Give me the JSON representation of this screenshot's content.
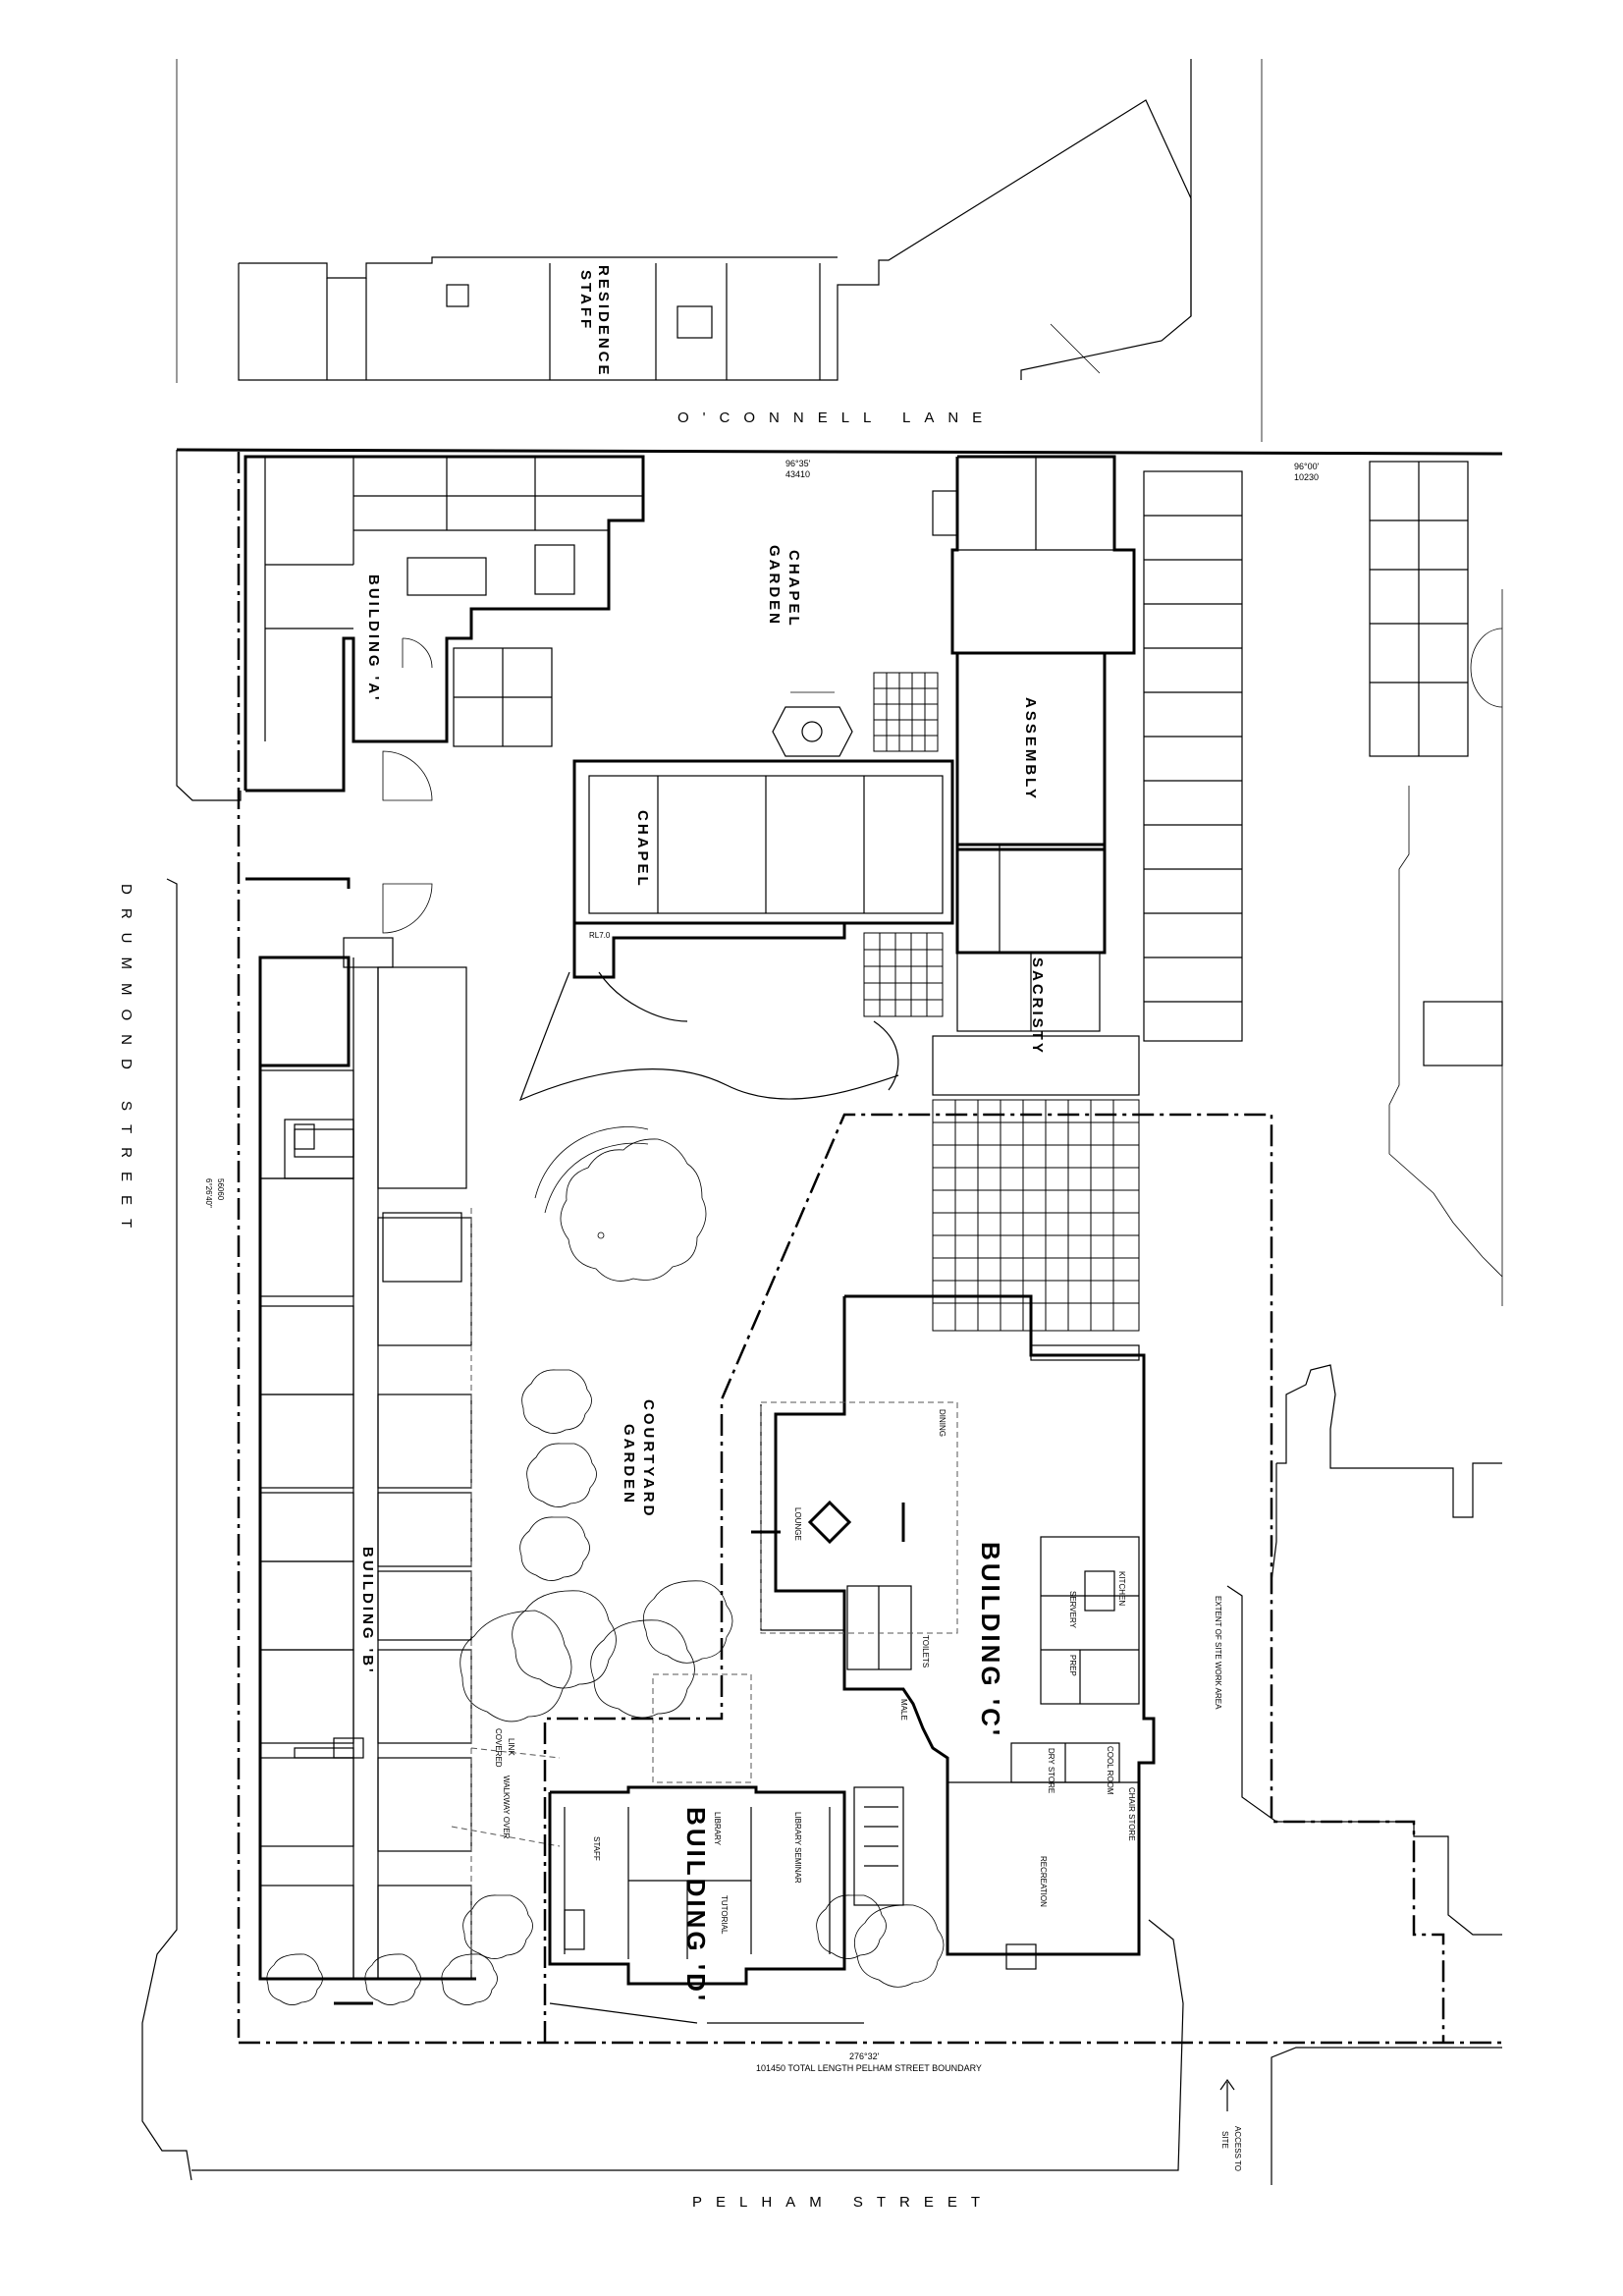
{
  "streets": {
    "oconnell_lane": "O'CONNELL   LANE",
    "drummond_street": "DRUMMOND   STREET",
    "pelham_street": "PELHAM   STREET"
  },
  "labels": {
    "staff_residence_1": "STAFF",
    "staff_residence_2": "RESIDENCE",
    "chapel_garden_1": "CHAPEL",
    "chapel_garden_2": "GARDEN",
    "assembly": "ASSEMBLY",
    "chapel": "CHAPEL",
    "sacristy": "SACRISTY",
    "building_a": "BUILDING 'A'",
    "building_b": "BUILDING 'B'",
    "building_c": "BUILDING 'C'",
    "building_d": "BUILDING 'D'",
    "courtyard_garden_1": "COURTYARD",
    "courtyard_garden_2": "GARDEN",
    "dining": "DINING",
    "lounge": "LOUNGE",
    "kitchen": "KITCHEN",
    "servery": "SERVERY",
    "prep": "PREP",
    "recreation": "RECREATION",
    "chair_store": "CHAIR STORE",
    "cool_room": "COOL ROOM",
    "dry_store": "DRY STORE",
    "staff": "STAFF",
    "library": "LIBRARY",
    "library_seminar": "LIBRARY SEMINAR",
    "tutorial": "TUTORIAL",
    "toilets": "TOILETS",
    "male": "MALE",
    "covered_link_1": "COVERED",
    "covered_link_2": "LINK",
    "walkway_over": "WALKWAY OVER",
    "extent_of_site": "EXTENT OF SITE WORK AREA",
    "access_to_site_1": "ACCESS TO",
    "access_to_site_2": "SITE"
  },
  "dimensions": {
    "north_bearing": "96°35'",
    "north_length": "43410",
    "ne_bearing": "96°00'",
    "ne_length": "10230",
    "west_bearing": "6°26'40\"",
    "west_length": "56060",
    "south_bearing": "276°32'",
    "south_length": "101450 TOTAL LENGTH PELHAM STREET BOUNDARY",
    "chapel_rl": "RL7.0"
  }
}
